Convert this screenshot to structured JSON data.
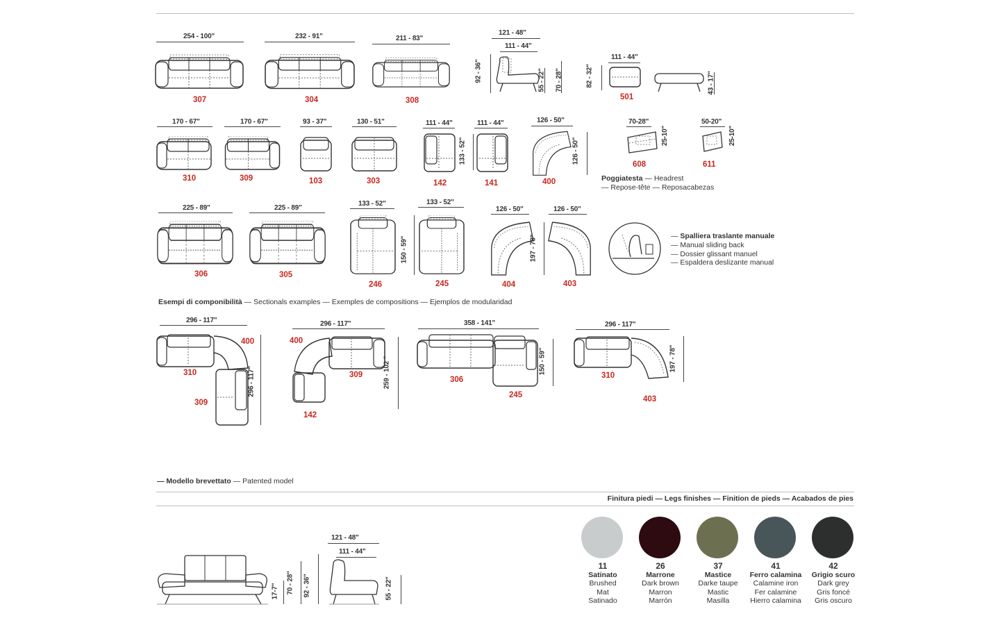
{
  "singles_row1": [
    {
      "dim": "254 - 100\"",
      "code": "307"
    },
    {
      "dim": "232 - 91\"",
      "code": "304"
    },
    {
      "dim": "211 - 83\"",
      "code": "308"
    }
  ],
  "side_view": {
    "width_outer": "121 - 48\"",
    "width_inner": "111 - 44\"",
    "h1": "92 - 36\"",
    "h2": "55 - 22\"",
    "h3": "70 - 28\""
  },
  "pouf": {
    "width": "111 - 44\"",
    "h1": "82 - 32\"",
    "h2": "43 - 17\"",
    "code": "501"
  },
  "singles_row2": [
    {
      "dim": "170 - 67\"",
      "code": "310"
    },
    {
      "dim": "170 - 67\"",
      "code": "309"
    },
    {
      "dim": "93 - 37\"",
      "code": "103"
    },
    {
      "dim": "130 - 51\"",
      "code": "303"
    },
    {
      "dim": "111 - 44\"",
      "code": "142"
    },
    {
      "dim": "111 - 44\"",
      "code": "141"
    },
    {
      "dim": "126 - 50\"",
      "code": "400"
    }
  ],
  "row2_depth": "133 - 52\"",
  "row2_corner_depth": "126 - 50\"",
  "headrests": [
    {
      "dim": "70-28\"",
      "h": "25-10\"",
      "code": "608"
    },
    {
      "dim": "50-20\"",
      "h": "25-10\"",
      "code": "611"
    }
  ],
  "headrest_caption": {
    "bold": "Poggiatesta",
    "line1": " — Headrest",
    "line2": "— Repose-tête — Reposacabezas"
  },
  "singles_row3": [
    {
      "dim": "225 - 89\"",
      "code": "306"
    },
    {
      "dim": "225 - 89\"",
      "code": "305"
    },
    {
      "dim": "133 - 52\"",
      "code": "246"
    },
    {
      "dim": "133 - 52\"",
      "code": "245"
    },
    {
      "dim": "126 - 50\"",
      "code": "404"
    },
    {
      "dim": "126 - 50\"",
      "code": "403"
    }
  ],
  "row3_depth": "150 - 59\"",
  "row3_corner_depth": "197 - 78\"",
  "sliding_back": [
    "Spalliera traslante manuale",
    "Manual sliding back",
    "Dossier glissant manuel",
    "Espaldera deslizante manual"
  ],
  "sectionals_caption": {
    "bold": "Esempi di componibilità",
    "rest": " — Sectionals examples — Exemples de compositions — Ejemplos de modularidad"
  },
  "sectionals": [
    {
      "dim": "296 - 117\"",
      "vdim": "296 - 117\"",
      "codes": [
        "310",
        "309",
        "400"
      ]
    },
    {
      "dim": "296 - 117\"",
      "vdim": "259 - 102 \"",
      "codes": [
        "400",
        "309",
        "142"
      ]
    },
    {
      "dim": "358 - 141\"",
      "vdim": "150 - 59\"",
      "codes": [
        "306",
        "245"
      ]
    },
    {
      "dim": "296 - 117\"",
      "vdim": "197 - 78\"",
      "codes": [
        "310",
        "403"
      ]
    }
  ],
  "patent": {
    "bold": "— Modello brevettato",
    "rest": " — Patented model"
  },
  "legs_title": "Finitura piedi — Legs finishes — Finition de pieds — Acabados de pies",
  "front_view": {
    "h1": "17-7\"",
    "h2": "70 - 28\"",
    "h3": "92 - 36\""
  },
  "side_view2": {
    "width_outer": "121 - 48\"",
    "width_inner": "111 - 44\"",
    "h": "55 - 22\""
  },
  "finishes": [
    {
      "num": "11",
      "name": "Satinato",
      "en": "Brushed",
      "fr": "Mat",
      "es": "Satinado",
      "color": "#c9cccd"
    },
    {
      "num": "26",
      "name": "Marrone",
      "en": "Dark brown",
      "fr": "Marron",
      "es": "Marrón",
      "color": "#2e0b10"
    },
    {
      "num": "37",
      "name": "Mastice",
      "en": "Darke taupe",
      "fr": "Mastic",
      "es": "Masilla",
      "color": "#6d7050"
    },
    {
      "num": "41",
      "name": "Ferro calamina",
      "en": "Calamine iron",
      "fr": "Fer calamine",
      "es": "Hierro calamina",
      "color": "#48565a"
    },
    {
      "num": "42",
      "name": "Grigio scuro",
      "en": "Dark grey",
      "fr": "Gris foncé",
      "es": "Gris oscuro",
      "color": "#2c2f2d"
    }
  ]
}
